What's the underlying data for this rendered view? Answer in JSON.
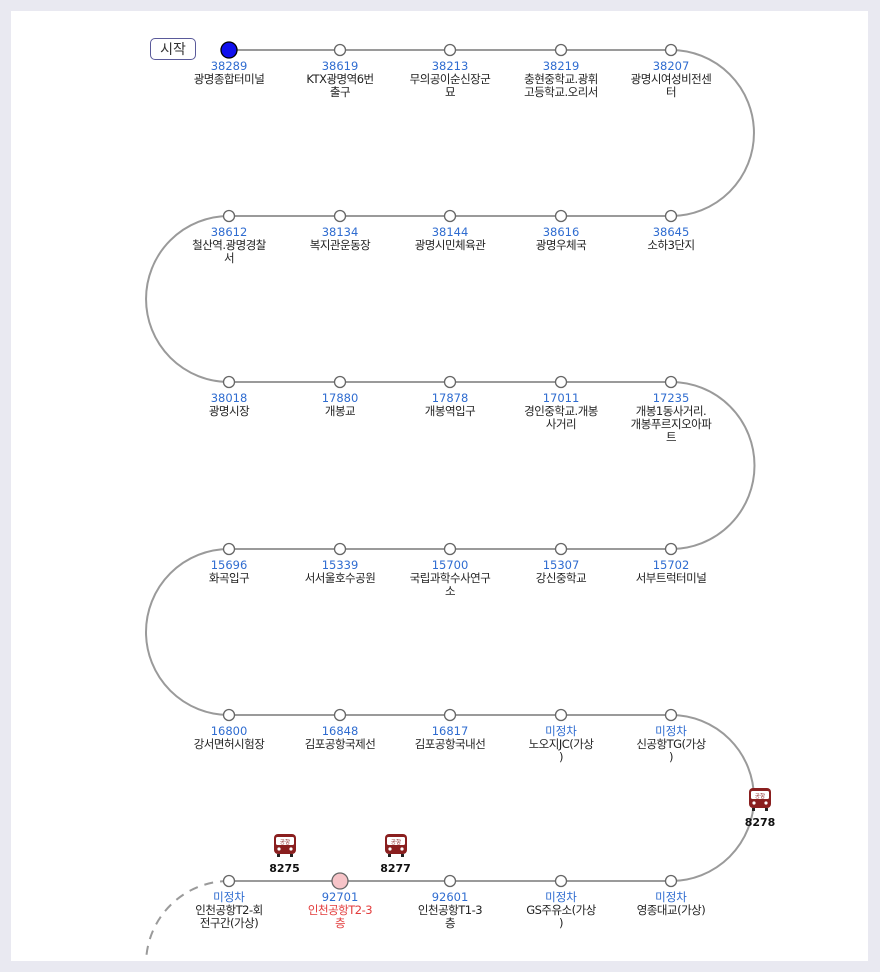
{
  "start_label": "시작",
  "colors": {
    "line": "#9a9a9a",
    "code": "#2f6cd0",
    "current": "#e23b3b",
    "bus_body": "#8a1f1f",
    "start_dot": "#1010ee"
  },
  "rows": [
    {
      "stops": [
        {
          "code": "38289",
          "name": "광명종합터미널",
          "marker": "start"
        },
        {
          "code": "38619",
          "name": "KTX광명역6번\n출구"
        },
        {
          "code": "38213",
          "name": "무의공이순신장군\n묘"
        },
        {
          "code": "38219",
          "name": "충현중학교.광휘\n고등학교.오리서"
        },
        {
          "code": "38207",
          "name": "광명시여성비전센\n터"
        }
      ]
    },
    {
      "stops": [
        {
          "code": "38612",
          "name": "철산역.광명경찰\n서"
        },
        {
          "code": "38134",
          "name": "복지관운동장"
        },
        {
          "code": "38144",
          "name": "광명시민체육관"
        },
        {
          "code": "38616",
          "name": "광명우체국"
        },
        {
          "code": "38645",
          "name": "소하3단지"
        }
      ]
    },
    {
      "stops": [
        {
          "code": "38018",
          "name": "광명시장"
        },
        {
          "code": "17880",
          "name": "개봉교"
        },
        {
          "code": "17878",
          "name": "개봉역입구"
        },
        {
          "code": "17011",
          "name": "경인중학교.개봉\n사거리"
        },
        {
          "code": "17235",
          "name": "개봉1동사거리.\n개봉푸르지오아파\n트"
        }
      ]
    },
    {
      "stops": [
        {
          "code": "15696",
          "name": "화곡입구"
        },
        {
          "code": "15339",
          "name": "서서울호수공원"
        },
        {
          "code": "15700",
          "name": "국립과학수사연구\n소"
        },
        {
          "code": "15307",
          "name": "강신중학교"
        },
        {
          "code": "15702",
          "name": "서부트럭터미널"
        }
      ]
    },
    {
      "stops": [
        {
          "code": "16800",
          "name": "강서면허시험장"
        },
        {
          "code": "16848",
          "name": "김포공항국제선"
        },
        {
          "code": "16817",
          "name": "김포공항국내선"
        },
        {
          "code": "미정차",
          "name": "노오지JC(가상\n)"
        },
        {
          "code": "미정차",
          "name": "신공항TG(가상\n)"
        }
      ]
    },
    {
      "stops": [
        {
          "code": "미정차",
          "name": "인천공항T2-회\n전구간(가상)"
        },
        {
          "code": "92701",
          "name": "인천공항T2-3\n층",
          "marker": "current"
        },
        {
          "code": "92601",
          "name": "인천공항T1-3\n층"
        },
        {
          "code": "미정차",
          "name": "GS주유소(가상\n)"
        },
        {
          "code": "미정차",
          "name": "영종대교(가상)"
        }
      ]
    }
  ],
  "buses": [
    {
      "number": "8278",
      "badge": "공항",
      "row": 4.5,
      "side": "right"
    },
    {
      "number": "8275",
      "badge": "공항",
      "row": 5,
      "col": 0.5
    },
    {
      "number": "8277",
      "badge": "공항",
      "row": 5,
      "col": 1.5
    }
  ]
}
